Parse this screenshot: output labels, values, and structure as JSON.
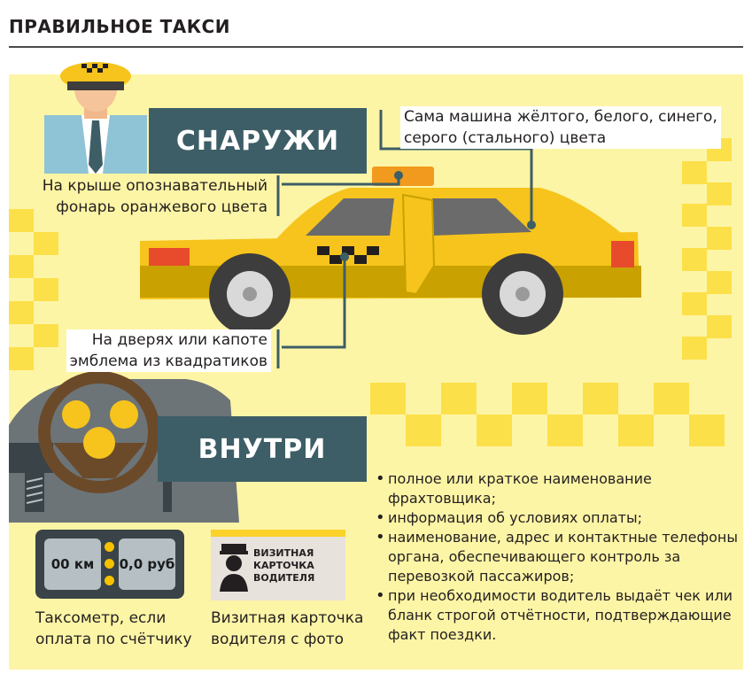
{
  "title": "ПРАВИЛЬНОЕ ТАКСИ",
  "sections": {
    "outside": "СНАРУЖИ",
    "inside": "ВНУТРИ"
  },
  "callouts": {
    "roof": [
      "На крыше опознавательный",
      "фонарь оранжевого цвета"
    ],
    "color": [
      "Сама машина жёлтого, белого, синего,",
      "серого (стального) цвета"
    ],
    "emblem": [
      "На дверях или капоте",
      "эмблема из квадратиков"
    ]
  },
  "taximeter": {
    "distance": "00 км",
    "fare": "0,0 руб",
    "caption": [
      "Таксометр, если",
      "оплата по счётчику"
    ]
  },
  "driver_card": {
    "text": [
      "ВИЗИТНАЯ",
      "КАРТОЧКА",
      "ВОДИТЕЛЯ"
    ],
    "caption": [
      "Визитная карточка",
      "водителя с фото"
    ]
  },
  "inside_items": [
    "полное или краткое наименование фрахтовщика;",
    "информация об условиях оплаты;",
    "наименование, адрес и контактные телефоны органа, обеспечивающего контроль за перевозкой пассажиров;",
    "при необходимости водитель выдаёт чек или бланк строгой отчётности, подтверждающие факт поездки."
  ],
  "colors": {
    "panel": "#fdf5a6",
    "checker": "#fce04a",
    "banner": "#3d5e66",
    "taxi_yellow": "#f6c41c",
    "taxi_dark": "#c9a100"
  },
  "icons": [
    "driver-icon",
    "taxi-car-icon",
    "steering-wheel-icon",
    "taximeter-icon",
    "driver-card-icon"
  ]
}
